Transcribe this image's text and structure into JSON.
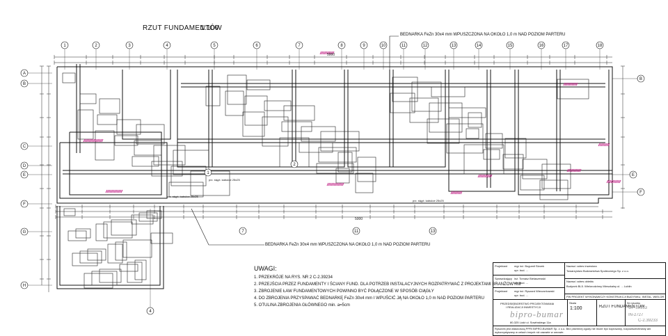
{
  "title": "RZUT FUNDAMENTÓW",
  "scale": "1:100",
  "top_note": "BEDNARKA FeZn 30x4 mm WPUSZCZONA NA OKOŁO 1,0 m NAD POZIOM PARTERU",
  "bottom_note": "BEDNARKA FeZn 30x4 mm WPUSZCZONA NA OKOŁO 1,0 m NAD POZIOM PARTERU",
  "axes_top": [
    "1",
    "2",
    "3",
    "4",
    "5",
    "6",
    "7",
    "8",
    "9",
    "10",
    "11",
    "12",
    "13",
    "14",
    "15",
    "16",
    "17",
    "18"
  ],
  "axes_left": [
    "A",
    "B",
    "C",
    "D",
    "E",
    "F",
    "G",
    "H"
  ],
  "axes_right": [
    "B",
    "E",
    "F"
  ],
  "axes_bottom": [
    "4"
  ],
  "axes_inner": [
    "7",
    "11",
    "13",
    "1",
    "2"
  ],
  "overall_dim": "5000",
  "pipe_labels": [
    "prz. stępt. kabuloe 25x25",
    "prz. stępt. kabuloe 25x25",
    "prz. stępt. kabuloe 25x25"
  ],
  "notes": {
    "heading": "UWAGI:",
    "items": [
      "1. PRZEKRÓJE NA RYS. NR 2   C-2.39234",
      "2. PRZEJŚCIA PRZEZ FUNDAMENTY I ŚCIANY FUND. DLA POTRZEB INSTALACYJNYCH ROZPATRYWAĆ Z PROJEKTAMI BRANŻOWYMI",
      "3. ZBROJENIE ŁAW FUNDAMENTOWYCH POWINNO BYĆ POŁĄCZONE W SPOSÓB CIĄGŁY",
      "4. DO ZBROJENIA PRZYSPAWAĆ BEDNARKĘ FeZn 30x4 mm I WPUŚCIĆ JĄ NA OKOŁO 1,0 m NAD POZIOM PARTERU",
      "5. OTULINA ZBROJENIA GŁÓWNEGO min. a=5cm"
    ]
  },
  "title_block": {
    "rows": [
      {
        "role": "Projektant",
        "name": "mgr inż. Bogumił  Skrzek",
        "lic": "upr. bud. ..."
      },
      {
        "role": "Sprawdzający",
        "name": "inż. Tomasz Bielaszewski",
        "lic": "upr. bud. ..."
      },
      {
        "role": "Projektant",
        "name": "mgr inż. Ryszard Wieczorkowski",
        "lic": "upr. bud. ..."
      }
    ],
    "investor_label": "Nazwa i adres inwestora",
    "investor": "Towarzystwo Budownictwa Społecznego Sp. z o.o.",
    "object_label": "Nazwa i adres obiektu",
    "object": "Budynek BL5. Wielorodzinny Mieszkalny ul. ... Lublin",
    "phase": "PW PROJEKT WYKONAWCZY KONSTRUKCJI BUDYNKU, INSTAL. WIELORODZINNEGO Z GARAŻEM",
    "company_lines": [
      "PRZEDSIĘBIORSTWO PROJEKTOWANIA",
      "I REALIZACJI INWESTYCJI"
    ],
    "company_addr": "80-325 Lódź  ul. Sowińskiego 11a",
    "logo": "bipro-bumar",
    "scale_label": "Skala",
    "scale": "1:100",
    "drawing_title": "RZUT FUNDAMENTÓW",
    "nr_label": "Nr rysunku",
    "nr1": "CP-59953",
    "nr2": "IN-2727",
    "nr3": "C-2.39233",
    "footer": "Rysunek jest własnością PPRI BIPRO-BUMAR Sp. z o.o. Bez pisemnej zgody nie może być kopiowany, rozpowszechniany ani wykorzystywany w celach innych niż zawarte w umowie."
  }
}
